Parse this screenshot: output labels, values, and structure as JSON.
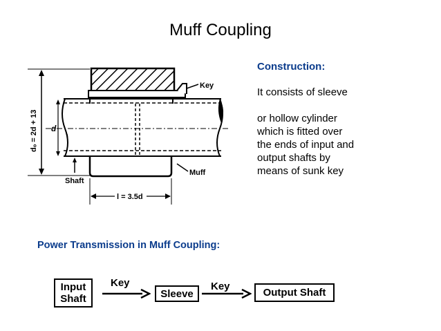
{
  "title": "Muff Coupling",
  "construction": {
    "heading": "Construction:",
    "lines": [
      "It consists of sleeve",
      "or hollow cylinder",
      "which is fitted over",
      "the ends of input and",
      "output shafts by",
      "means of sunk key"
    ]
  },
  "diagram": {
    "label_key": "Key",
    "label_shaft": "Shaft",
    "label_muff": "Muff",
    "label_d": "d",
    "label_length": "l = 3.5d",
    "label_outer_diameter": "dₒ = 2d + 13"
  },
  "power": {
    "heading": "Power Transmission in Muff Coupling:",
    "input_line1": "Input",
    "input_line2": "Shaft",
    "key_label_1": "Key",
    "sleeve": "Sleeve",
    "key_label_2": "Key",
    "output": "Output Shaft"
  }
}
